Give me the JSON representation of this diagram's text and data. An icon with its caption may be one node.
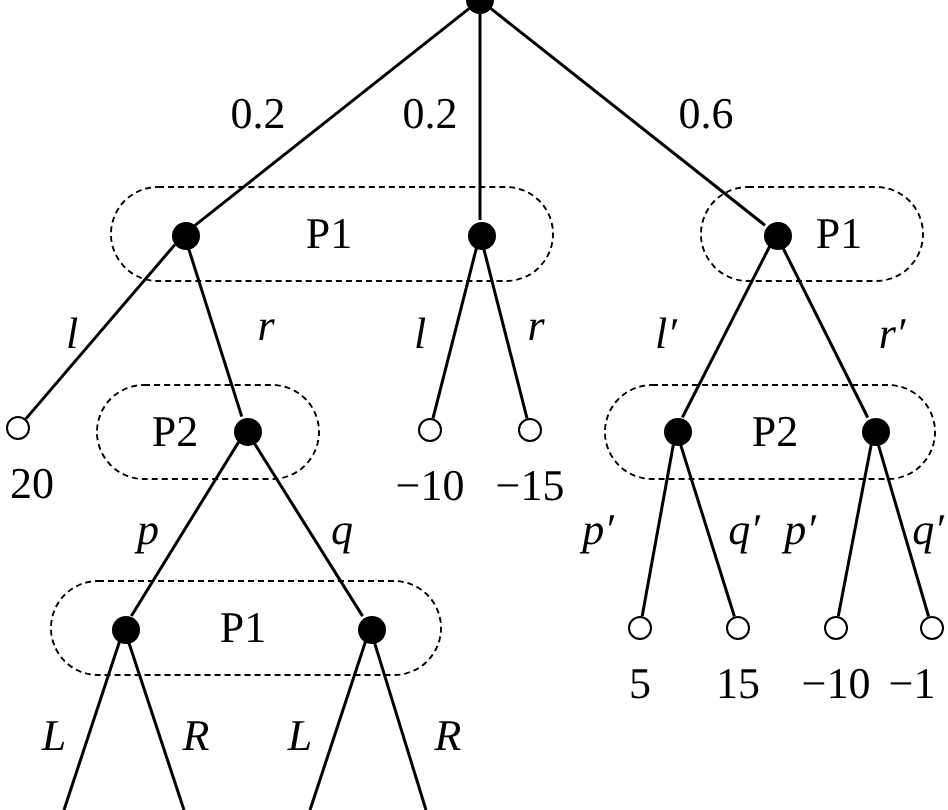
{
  "diagram": {
    "nodes": [
      {
        "text": [],
        "shape": "dot"
      },
      {
        "text": [
          "P1"
        ]
      },
      {
        "text": [],
        "shape": "dot",
        "in": 1
      },
      {
        "text": [],
        "shape": "dot",
        "in": 1
      },
      {
        "text": [
          "P1"
        ]
      },
      {
        "text": [],
        "shape": "dot",
        "in": 4
      },
      {
        "text": [],
        "shape": "circle",
        "beside": [
          "20"
        ]
      },
      {
        "text": [
          "P2"
        ]
      },
      {
        "text": [],
        "shape": "dot",
        "in": 7
      },
      {
        "text": [],
        "shape": "circle",
        "beside": [
          "−10"
        ]
      },
      {
        "text": [],
        "shape": "circle",
        "beside": [
          "−15"
        ]
      },
      {
        "text": [
          "P2"
        ]
      },
      {
        "text": [],
        "shape": "dot",
        "in": 11
      },
      {
        "text": [],
        "shape": "dot",
        "in": 11
      },
      {
        "text": [
          "P1"
        ]
      },
      {
        "text": [],
        "shape": "dot",
        "in": 14
      },
      {
        "text": [],
        "shape": "dot",
        "in": 14
      },
      {
        "text": [],
        "shape": "circle",
        "beside": [
          "5"
        ]
      },
      {
        "text": [],
        "shape": "circle",
        "beside": [
          "15"
        ]
      },
      {
        "text": [],
        "shape": "circle",
        "beside": [
          "−10"
        ]
      },
      {
        "text": [],
        "shape": "circle",
        "beside": [
          "−1"
        ]
      }
    ],
    "edges": [
      {
        "from": 0,
        "to": 2,
        "arrow": "none",
        "label": "0.2"
      },
      {
        "from": 0,
        "to": 3,
        "arrow": "none",
        "label": "0.2"
      },
      {
        "from": 0,
        "to": 5,
        "arrow": "none",
        "label": "0.6"
      },
      {
        "from": 2,
        "to": 6,
        "arrow": "none",
        "label": "l"
      },
      {
        "from": 2,
        "to": 8,
        "arrow": "none",
        "label": "r"
      },
      {
        "from": 3,
        "to": 9,
        "arrow": "none",
        "label": "l"
      },
      {
        "from": 3,
        "to": 10,
        "arrow": "none",
        "label": "r"
      },
      {
        "from": 5,
        "to": 12,
        "arrow": "none",
        "label": "l′"
      },
      {
        "from": 5,
        "to": 13,
        "arrow": "none",
        "label": "r′"
      },
      {
        "from": 8,
        "to": 15,
        "arrow": "none",
        "label": "p"
      },
      {
        "from": 8,
        "to": 16,
        "arrow": "none",
        "label": "q"
      },
      {
        "from": 12,
        "to": 17,
        "arrow": "none",
        "label": "p′"
      },
      {
        "from": 12,
        "to": 18,
        "arrow": "none",
        "label": "q′"
      },
      {
        "from": 13,
        "to": 19,
        "arrow": "none",
        "label": "p′"
      },
      {
        "from": 13,
        "to": 20,
        "arrow": "none",
        "label": "q′"
      },
      {
        "from": 15,
        "to": null,
        "arrow": "none",
        "label": "L"
      },
      {
        "from": 15,
        "to": null,
        "arrow": "none",
        "label": "R"
      },
      {
        "from": 16,
        "to": null,
        "arrow": "none",
        "label": "L"
      },
      {
        "from": 16,
        "to": null,
        "arrow": "none",
        "label": "R"
      }
    ]
  }
}
